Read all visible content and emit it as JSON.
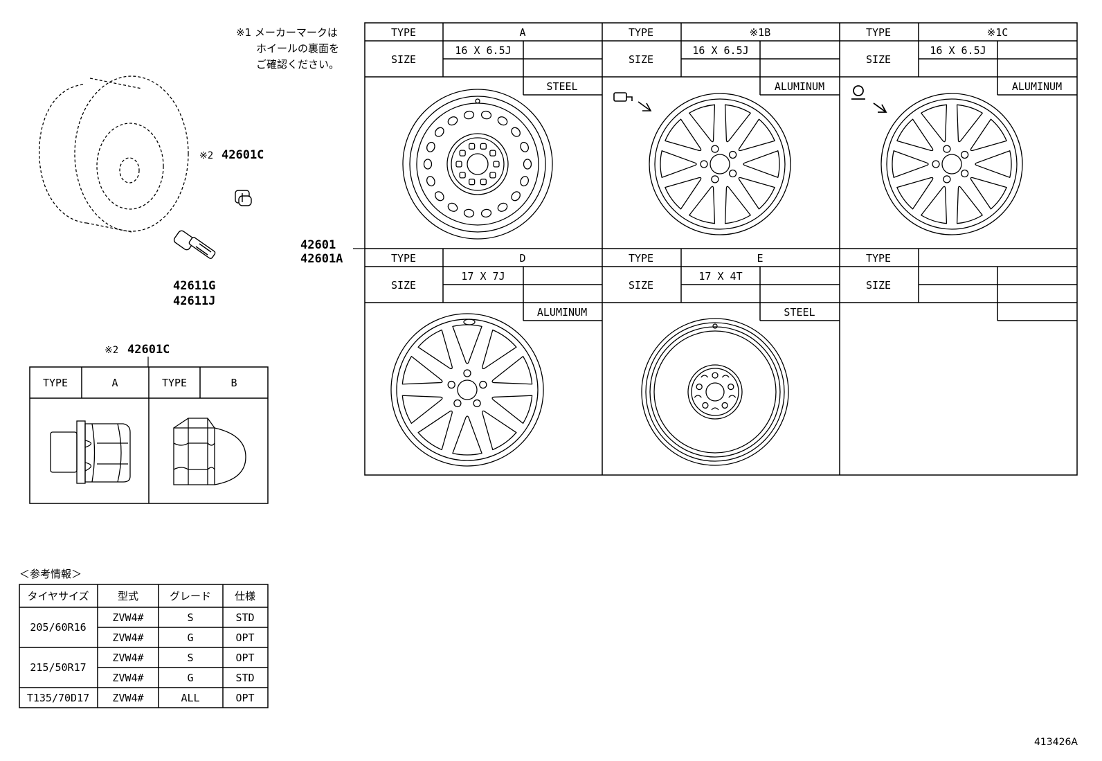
{
  "note1": {
    "lines": [
      "※1 メーカーマークは",
      "ホイールの裏面を",
      "ご確認ください。"
    ]
  },
  "part_numbers": {
    "lug_nut_top": {
      "mark": "※2",
      "number": "42601C"
    },
    "valve": [
      "42611G",
      "42611J"
    ],
    "wheel": [
      "42601",
      "42601A"
    ],
    "lug_nut_table": {
      "mark": "※2",
      "number": "42601C"
    }
  },
  "wheel_table": {
    "type_label": "TYPE",
    "size_label": "SIZE",
    "cells": [
      {
        "type": "A",
        "size": "16 X 6.5J",
        "material": "STEEL"
      },
      {
        "type": "※1B",
        "size": "16 X 6.5J",
        "material": "ALUMINUM"
      },
      {
        "type": "※1C",
        "size": "16 X 6.5J",
        "material": "ALUMINUM"
      },
      {
        "type": "D",
        "size": "17 X 7J",
        "material": "ALUMINUM"
      },
      {
        "type": "E",
        "size": "17 X 4T",
        "material": "STEEL"
      },
      {
        "type": "",
        "size": "",
        "material": ""
      }
    ]
  },
  "nut_table": {
    "type_label": "TYPE",
    "types": [
      "A",
      "B"
    ]
  },
  "ref_table": {
    "title": "＜参考情報＞",
    "headers": [
      "タイヤサイズ",
      "型式",
      "グレード",
      "仕様"
    ],
    "groups": [
      {
        "tire": "205/60R16",
        "rows": [
          [
            "ZVW4#",
            "S",
            "STD"
          ],
          [
            "ZVW4#",
            "G",
            "OPT"
          ]
        ]
      },
      {
        "tire": "215/50R17",
        "rows": [
          [
            "ZVW4#",
            "S",
            "OPT"
          ],
          [
            "ZVW4#",
            "G",
            "STD"
          ]
        ]
      },
      {
        "tire": "T135/70D17",
        "rows": [
          [
            "ZVW4#",
            "ALL",
            "OPT"
          ]
        ]
      }
    ]
  },
  "footer_code": "413426A"
}
